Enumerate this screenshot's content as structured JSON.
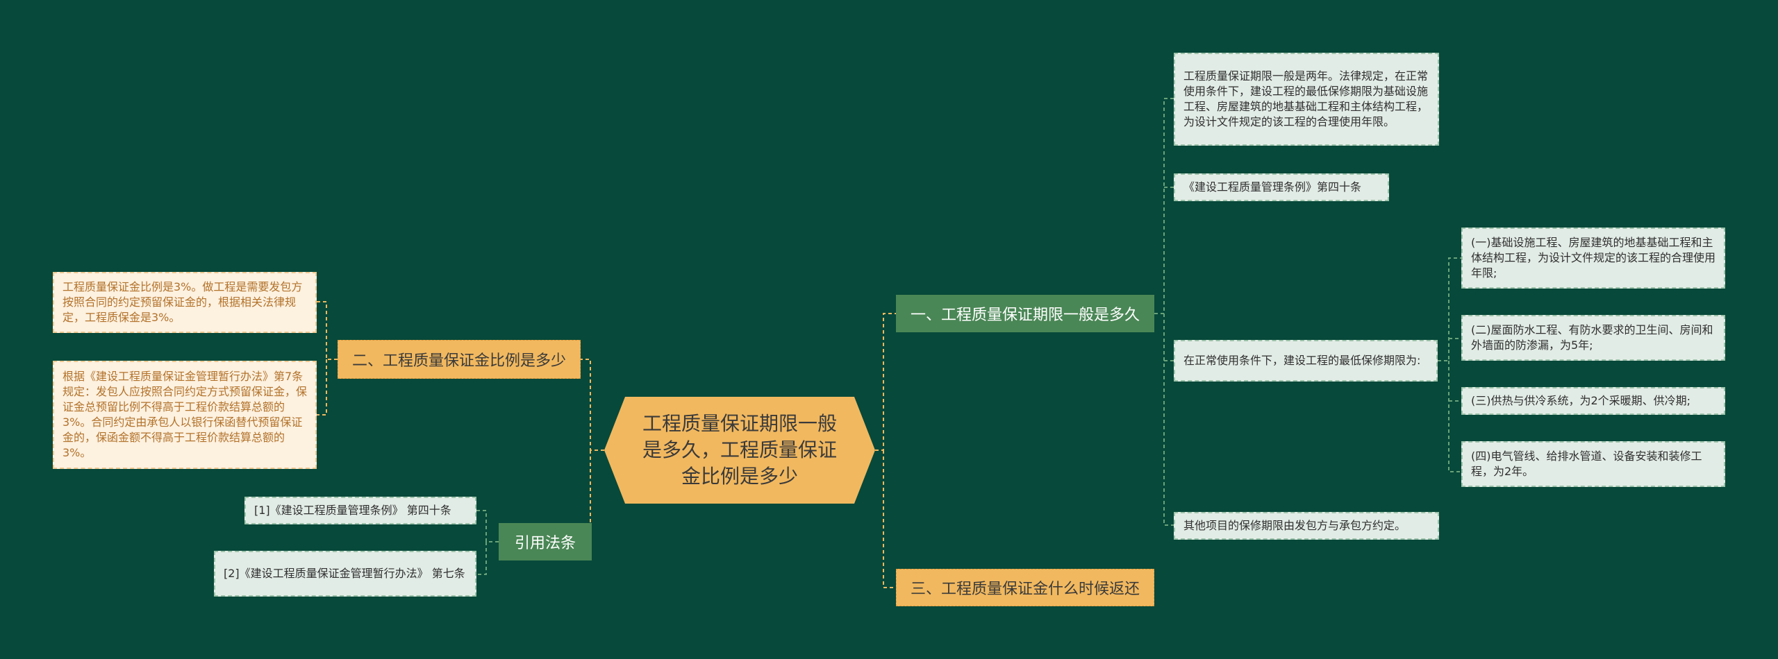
{
  "root": {
    "title": "工程质量保证期限一般是多久，工程质量保证金比例是多少"
  },
  "branches": {
    "b1": {
      "label": "一、工程质量保证期限一般是多久",
      "leaf_intro": "工程质量保证期限一般是两年。法律规定，在正常使用条件下，建设工程的最低保修期限为基础设施工程、房屋建筑的地基基础工程和主体结构工程，为设计文件规定的该工程的合理使用年限。",
      "leaf_law": "《建设工程质量管理条例》第四十条",
      "leaf_min": "在正常使用条件下，建设工程的最低保修期限为:",
      "subleaves": [
        "(一)基础设施工程、房屋建筑的地基基础工程和主体结构工程，为设计文件规定的该工程的合理使用年限;",
        "(二)屋面防水工程、有防水要求的卫生间、房间和外墙面的防渗漏，为5年;",
        "(三)供热与供冷系统，为2个采暖期、供冷期;",
        "(四)电气管线、给排水管道、设备安装和装修工程，为2年。"
      ],
      "leaf_other": "其他项目的保修期限由发包方与承包方约定。"
    },
    "b2": {
      "label": "二、工程质量保证金比例是多少",
      "leaves": [
        "工程质量保证金比例是3%。做工程是需要发包方按照合同的约定预留保证金的，根据相关法律规定，工程质保金是3%。",
        "根据《建设工程质量保证金管理暂行办法》第7条规定：发包人应按照合同约定方式预留保证金，保证金总预留比例不得高于工程价款结算总额的3%。合同约定由承包人以银行保函替代预留保证金的，保函金额不得高于工程价款结算总额的3%。"
      ]
    },
    "b3": {
      "label": "三、工程质量保证金什么时候返还"
    },
    "b4": {
      "label": "引用法条",
      "leaves": [
        "[1]《建设工程质量管理条例》 第四十条",
        "[2]《建设工程质量保证金管理暂行办法》 第七条"
      ]
    }
  },
  "colors": {
    "background": "#07493a",
    "root": "#f1b85f",
    "branch_green": "#4a8756",
    "branch_orange": "#f1b85f",
    "leaf_light": "#e2ece6",
    "leaf_cream": "#fdf1e0",
    "connector_green": "#6aa37a",
    "connector_orange": "#f1b85f"
  }
}
